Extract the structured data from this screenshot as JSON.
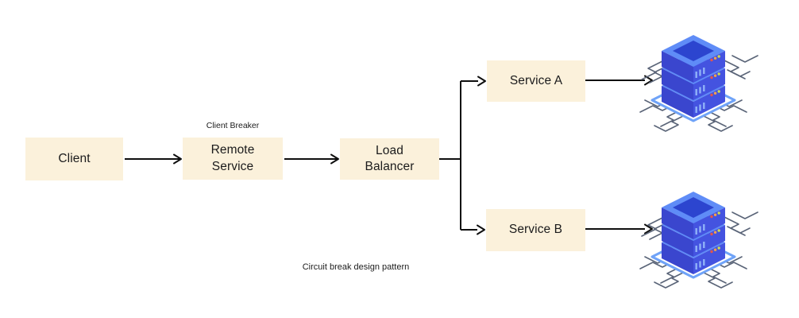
{
  "diagram": {
    "caption": "Circuit break design pattern",
    "annotation": "Client Breaker",
    "nodes": {
      "client": "Client",
      "remote": "Remote Service",
      "load_balancer": "Load Balancer",
      "service_a": "Service A",
      "service_b": "Service B"
    },
    "icons": {
      "server_a": "server-icon",
      "server_b": "server-icon"
    },
    "colors": {
      "node_fill": "#FBF1DB",
      "node_text": "#1B1B1C",
      "connector": "#0F0F0F",
      "server_top_rim": "#5F8CF7",
      "server_top_inset": "#2C45CF",
      "server_left_face": "#3A46CE",
      "server_right_face": "#4453E0",
      "server_vent": "#8FB2F8",
      "server_base_outline": "#6FA3F8",
      "circuit_trace": "#5A6478",
      "led_red": "#E2574D",
      "led_orange": "#F2A14B",
      "led_green": "#CBDE55"
    }
  }
}
